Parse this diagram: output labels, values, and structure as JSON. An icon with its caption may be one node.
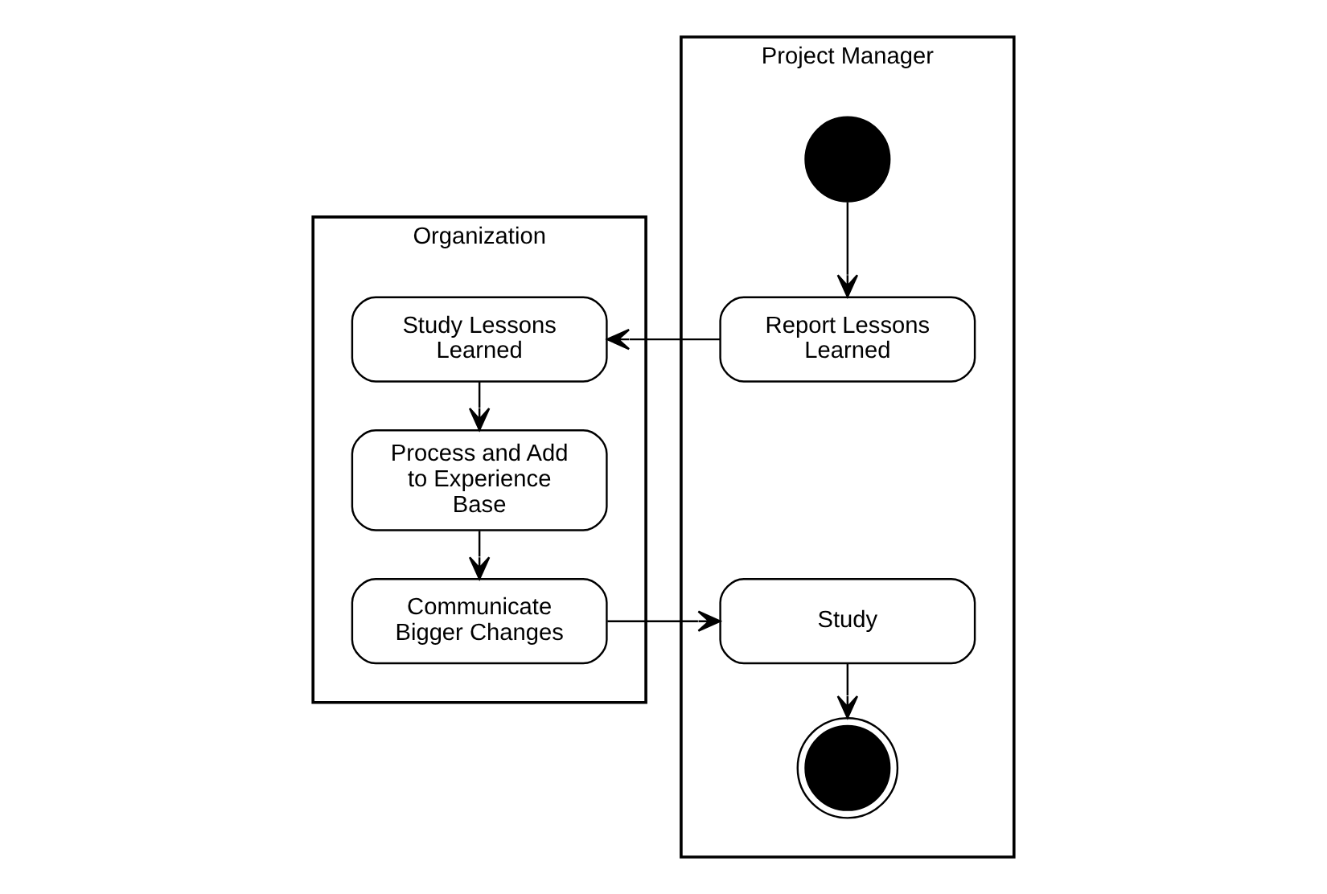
{
  "diagram": {
    "nodes": [
      {
        "text": [
          "Organization"
        ]
      },
      {
        "text": [
          "Project Manager"
        ]
      },
      {
        "text": [],
        "shape": "circle",
        "in": 1
      },
      {
        "text": [
          "Study Lessons Learned"
        ],
        "in": 0
      },
      {
        "text": [
          "Report Lessons Learned"
        ],
        "in": 1
      },
      {
        "text": [
          "Process and Add to Experience Base"
        ],
        "in": 0
      },
      {
        "text": [
          "Communicate Bigger Changes"
        ],
        "in": 0
      },
      {
        "text": [
          "Study"
        ],
        "in": 1
      },
      {
        "text": [],
        "shape": "bullseye",
        "in": 1
      }
    ],
    "edges": [
      {
        "from": 2,
        "to": 4,
        "arrow": "to"
      },
      {
        "from": 4,
        "to": 3,
        "arrow": "to"
      },
      {
        "from": 3,
        "to": 5,
        "arrow": "to"
      },
      {
        "from": 5,
        "to": 6,
        "arrow": "to"
      },
      {
        "from": 6,
        "to": 7,
        "arrow": "to"
      },
      {
        "from": 7,
        "to": 8,
        "arrow": "to"
      }
    ]
  }
}
